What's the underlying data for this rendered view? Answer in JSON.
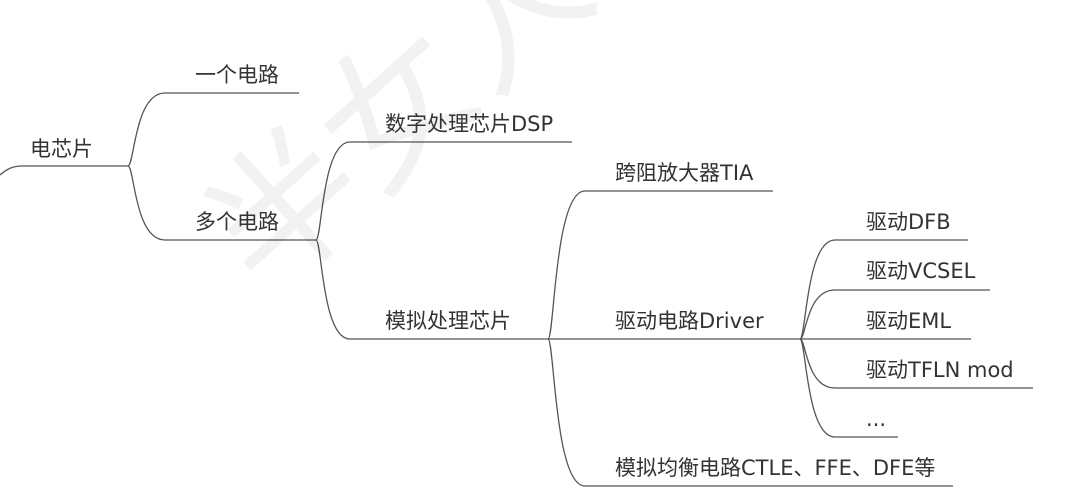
{
  "colors": {
    "line": "#555555",
    "text": "#333333"
  },
  "root": {
    "label": "电芯片"
  },
  "nodes": {
    "one_circuit": "一个电路",
    "multi_circuit": "多个电路",
    "digital": "数字处理芯片DSP",
    "analog": "模拟处理芯片",
    "tia": "跨阻放大器TIA",
    "driver": "驱动电路Driver",
    "equalizer": "模拟均衡电路CTLE、FFE、DFE等",
    "dfb": "驱动DFB",
    "vcsel": "驱动VCSEL",
    "eml": "驱动EML",
    "tfln": "驱动TFLN mod",
    "more": "..."
  },
  "watermark": "半女人@匡国华"
}
